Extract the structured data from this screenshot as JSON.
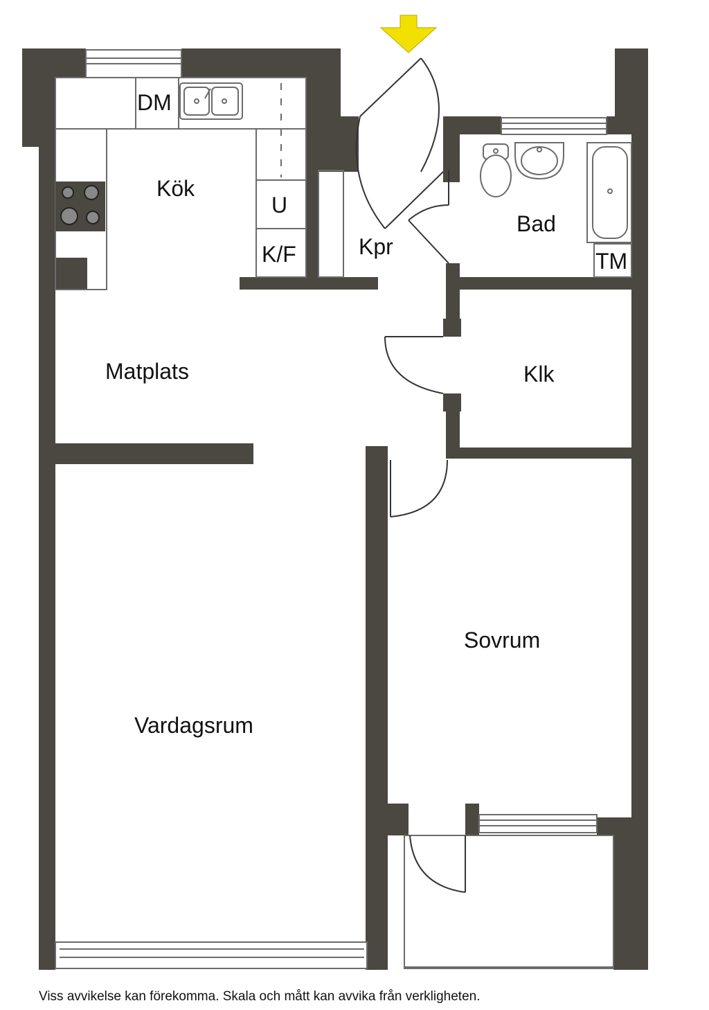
{
  "colors": {
    "wall": "#4b4741",
    "line": "#6b6b6b",
    "entrance_arrow": "#f2e000",
    "background": "#ffffff"
  },
  "rooms": {
    "kok": "Kök",
    "matplats": "Matplats",
    "kpr": "Kpr",
    "bad": "Bad",
    "klk": "Klk",
    "sovrum": "Sovrum",
    "vardagsrum": "Vardagsrum"
  },
  "fixtures": {
    "dm": "DM",
    "u": "U",
    "kf": "K/F",
    "tm": "TM"
  },
  "icons": {
    "entrance": "entrance-arrow-icon",
    "stove": "stove-icon",
    "sink": "kitchen-sink-icon",
    "toilet": "toilet-icon",
    "washbasin": "washbasin-icon",
    "bathtub": "bathtub-icon"
  },
  "footer": {
    "disclaimer": "Viss avvikelse kan förekomma. Skala och mått kan avvika från verkligheten."
  }
}
